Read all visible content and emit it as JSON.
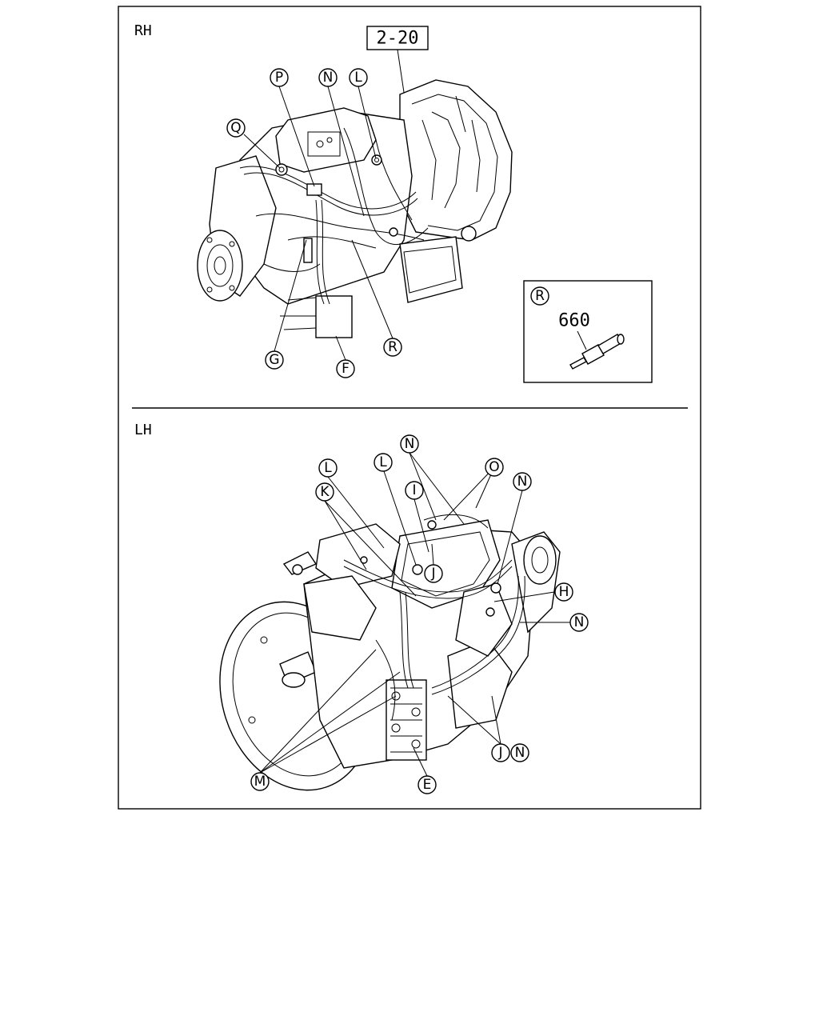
{
  "rh": {
    "label": "RH",
    "ref_box": "2-20",
    "callouts": [
      "P",
      "N",
      "L",
      "Q",
      "G",
      "F",
      "R"
    ],
    "inset": {
      "callout": "R",
      "part_number": "660"
    }
  },
  "lh": {
    "label": "LH",
    "callouts": [
      "N",
      "L",
      "L",
      "O",
      "N",
      "K",
      "I",
      "J",
      "H",
      "N",
      "J",
      "N",
      "M",
      "E"
    ]
  }
}
